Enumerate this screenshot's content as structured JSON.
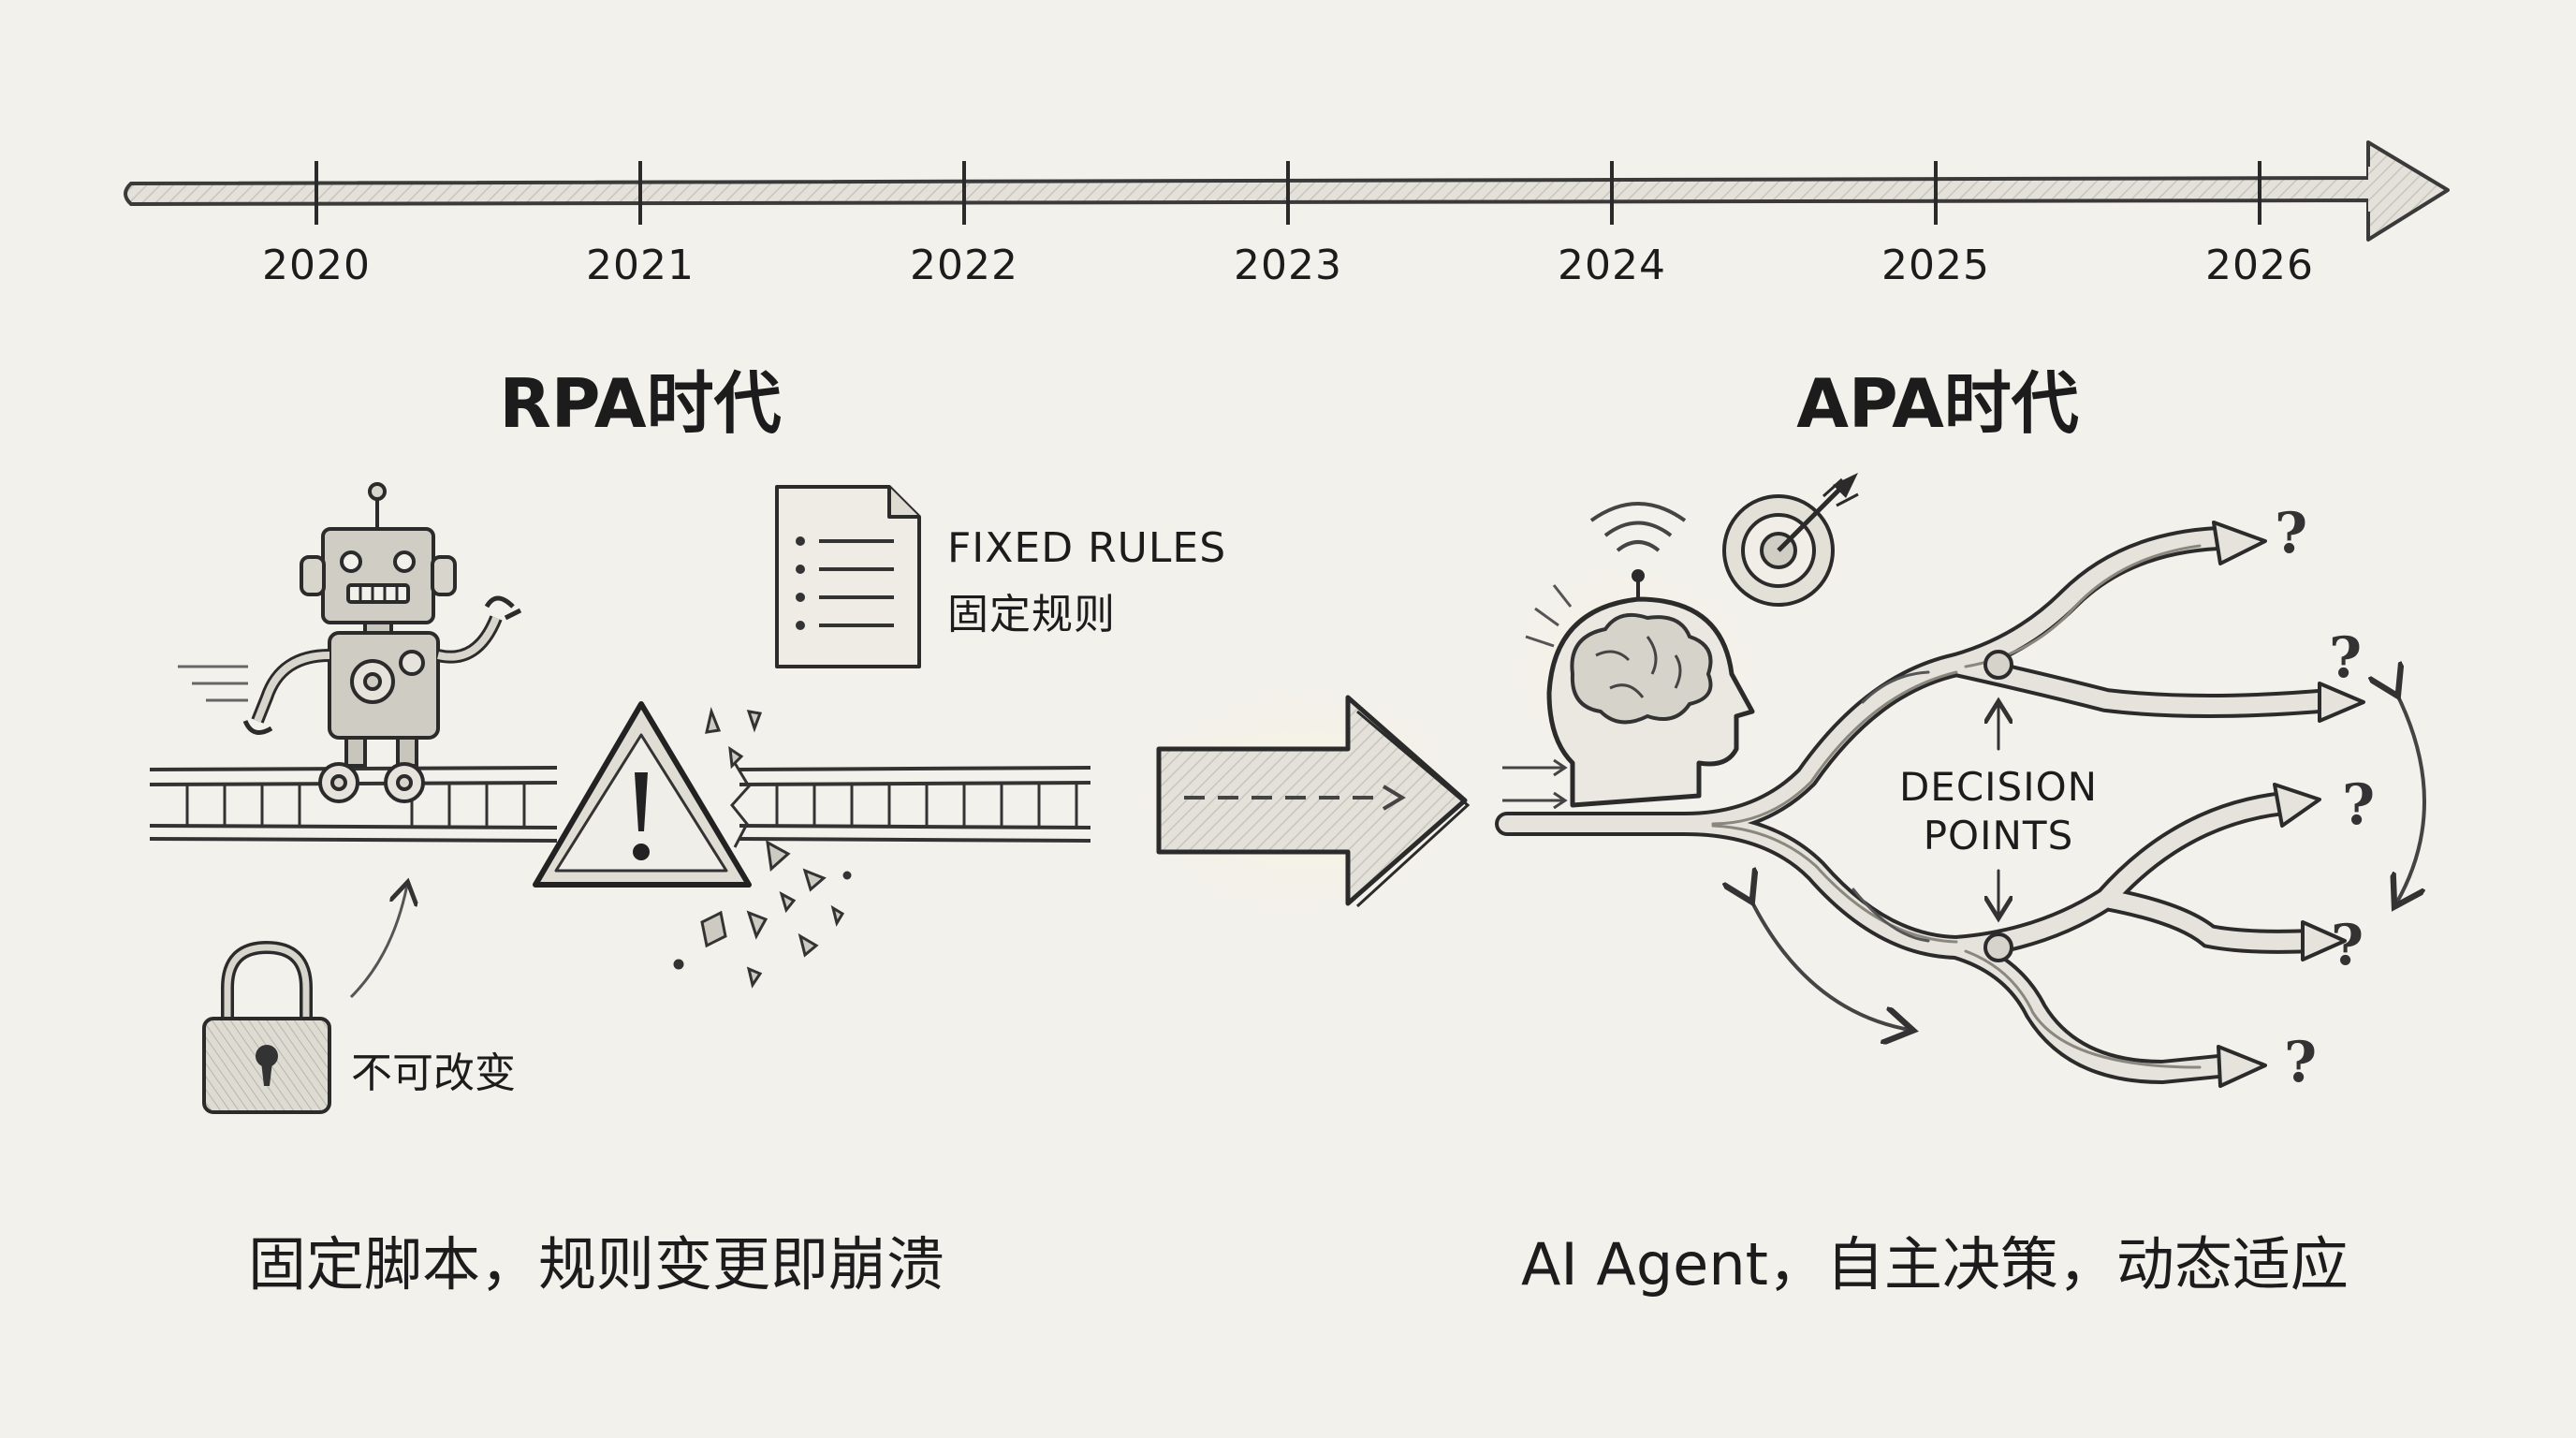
{
  "timeline": {
    "years": [
      "2020",
      "2021",
      "2022",
      "2023",
      "2024",
      "2025",
      "2026"
    ]
  },
  "eras": {
    "rpa": "RPA时代",
    "apa": "APA时代"
  },
  "rpa": {
    "rules_en": "FIXED RULES",
    "rules_cn": "固定规则",
    "lock_label": "不可改变",
    "caption": "固定脚本，规则变更即崩溃"
  },
  "apa": {
    "decision_line1": "DECISION",
    "decision_line2": "POINTS",
    "question_mark": "?",
    "caption": "AI Agent，自主决策，动态适应"
  },
  "icons": [
    "robot-icon",
    "document-icon",
    "warning-icon",
    "lock-icon",
    "brain-icon",
    "target-icon",
    "transition-arrow-icon"
  ]
}
